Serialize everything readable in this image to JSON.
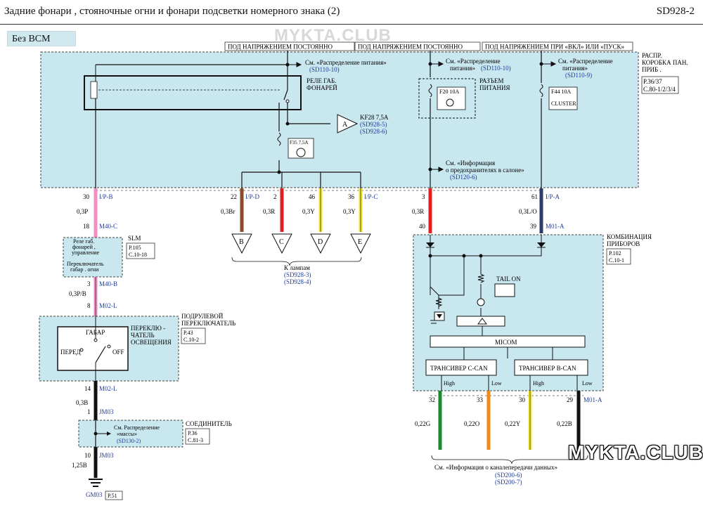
{
  "header": {
    "title": "Задние фонари , стояночные огни и фонари подсветки номерного знака (2)",
    "code": "SD928-2"
  },
  "tag": "Без BCM",
  "watermark": "MYKTA.CLUB",
  "supply": {
    "hot_at_all_times_1": "ПОД НАПРЯЖЕНИЕМ ПОСТОЯННО",
    "hot_at_all_times_2": "ПОД НАПРЯЖЕНИЕМ ПОСТОЯННО",
    "hot_in_on_start": "ПОД НАПРЯЖЕНИЕМ ПРИ «ВКЛ» ИЛИ «ПУСК»"
  },
  "junction_box": {
    "title": [
      "РАСПР.",
      "КОРОБКА ПАН.",
      "ПРИБ ."
    ],
    "ref": [
      "P.36/37",
      "C.80-1/2/3/4"
    ]
  },
  "relay": {
    "label": [
      "РЕЛЕ ГАБ.",
      "ФОНАРЕЙ"
    ]
  },
  "power_refs": {
    "a": {
      "text": "См. «Распределение питания»",
      "ref": "(SD110-10)"
    },
    "b": {
      "text": [
        "См. «Распределение",
        "питания»"
      ],
      "ref": "(SD110-10)"
    },
    "c": {
      "text": [
        "См. «Распределение",
        "питания»"
      ],
      "ref": "(SD110-9)"
    },
    "d": {
      "text": [
        "См. «Информация",
        "о предохранителях в салоне»"
      ],
      "ref": "(SD120-6)"
    }
  },
  "kf28": {
    "label": "KF28 7,5A",
    "refs": [
      "(SD928-5)",
      "(SD928-6)"
    ],
    "connector": "A"
  },
  "fuses": {
    "f35": "F35 7,5A",
    "f20": "F20 10A",
    "f44": "F44 10A",
    "cluster": "CLUSTER",
    "socket_label": [
      "РАЗЪЕМ",
      "ПИТАНИЯ"
    ]
  },
  "wires_top": [
    {
      "pin": "30",
      "conn": "I/P-B",
      "spec": "0,3P",
      "color": "#f28dc5"
    },
    {
      "pin": "22",
      "conn": "I/P-D",
      "spec": "0,3Br",
      "color": "#8a4a2a"
    },
    {
      "pin": "2",
      "conn": "",
      "spec": "0,3R",
      "color": "#e02020"
    },
    {
      "pin": "46",
      "conn": "",
      "spec": "0,3Y",
      "color": "#f4e82a"
    },
    {
      "pin": "36",
      "conn": "I/P-C",
      "spec": "",
      "color": "#f4e82a"
    },
    {
      "pin": "3",
      "conn": "",
      "spec": "0,3R",
      "color": "#e02020"
    },
    {
      "pin": "61",
      "conn": "I/P-A",
      "spec": "0,3L/O",
      "color": "#2a3a6a"
    }
  ],
  "lamps": {
    "letters": [
      "B",
      "C",
      "D",
      "E"
    ],
    "label": "К лампам",
    "refs": [
      "(SD928-3)",
      "(SD928-4)"
    ]
  },
  "slm": {
    "title": "SLM",
    "ref": [
      "P.105",
      "C.10-18"
    ],
    "body": [
      "Реле габ.",
      "фонарей ,",
      "управление",
      "Переключатель",
      "габар . огни"
    ],
    "pin_top": "18",
    "conn_top": "M40-C",
    "pin_bottom": "3",
    "conn_bottom": "M40-B",
    "spec": "0,3P/B",
    "pin_m02": "8",
    "conn_m02": "M02-L"
  },
  "switch": {
    "title": [
      "ПОДРУЛЕВОЙ",
      "ПЕРЕКЛЮЧАТЕЛЬ"
    ],
    "body": [
      "ПЕРЕКЛЮ -",
      "ЧАТЕЛЬ",
      "ОСВЕЩЕНИЯ"
    ],
    "ref": [
      "P.43",
      "C.10-2"
    ],
    "positions": [
      "ГАБАР",
      "ПЕРЕД",
      "OFF"
    ],
    "pin_out": "14",
    "conn_out": "M02-L",
    "spec": "0,3B"
  },
  "connector": {
    "title": "СОЕДИНИТЕЛЬ",
    "ref": [
      "P.36",
      "C.81-3"
    ],
    "body": [
      "См. Распределение",
      "«массы»"
    ],
    "body_ref": "(SD130-2)",
    "pin_top": "1",
    "conn": "JM03",
    "pin_bottom": "10",
    "conn_bottom": "JM03",
    "spec": "1,25B"
  },
  "ground": {
    "name": "GM03",
    "ref": "P.51"
  },
  "cluster": {
    "title": [
      "КОМБИНАЦИЯ",
      "ПРИБОРОВ"
    ],
    "ref": [
      "P.102",
      "C.10-1"
    ],
    "pin_in_red": "40",
    "pin_in_blue": "39",
    "conn_in": "M01-A",
    "tail_on": "TAIL ON",
    "micom": "MICOM",
    "c_can": "ТРАНСИВЕР C-CAN",
    "b_can": "ТРАНСИВЕР B-CAN",
    "high": "High",
    "low": "Low"
  },
  "wires_bottom": [
    {
      "pin": "32",
      "spec": "0,22G",
      "color": "#1a8a2a"
    },
    {
      "pin": "33",
      "spec": "0,22O",
      "color": "#f08a18"
    },
    {
      "pin": "30",
      "spec": "0,22Y",
      "color": "#f4e82a"
    },
    {
      "pin": "29",
      "spec": "0,22B",
      "color": "#111111",
      "conn": "M01-A"
    }
  ],
  "can_ref": {
    "text": "См. «Информация о каналепередачи данных»",
    "refs": [
      "(SD200-6)",
      "(SD200-7)"
    ]
  }
}
